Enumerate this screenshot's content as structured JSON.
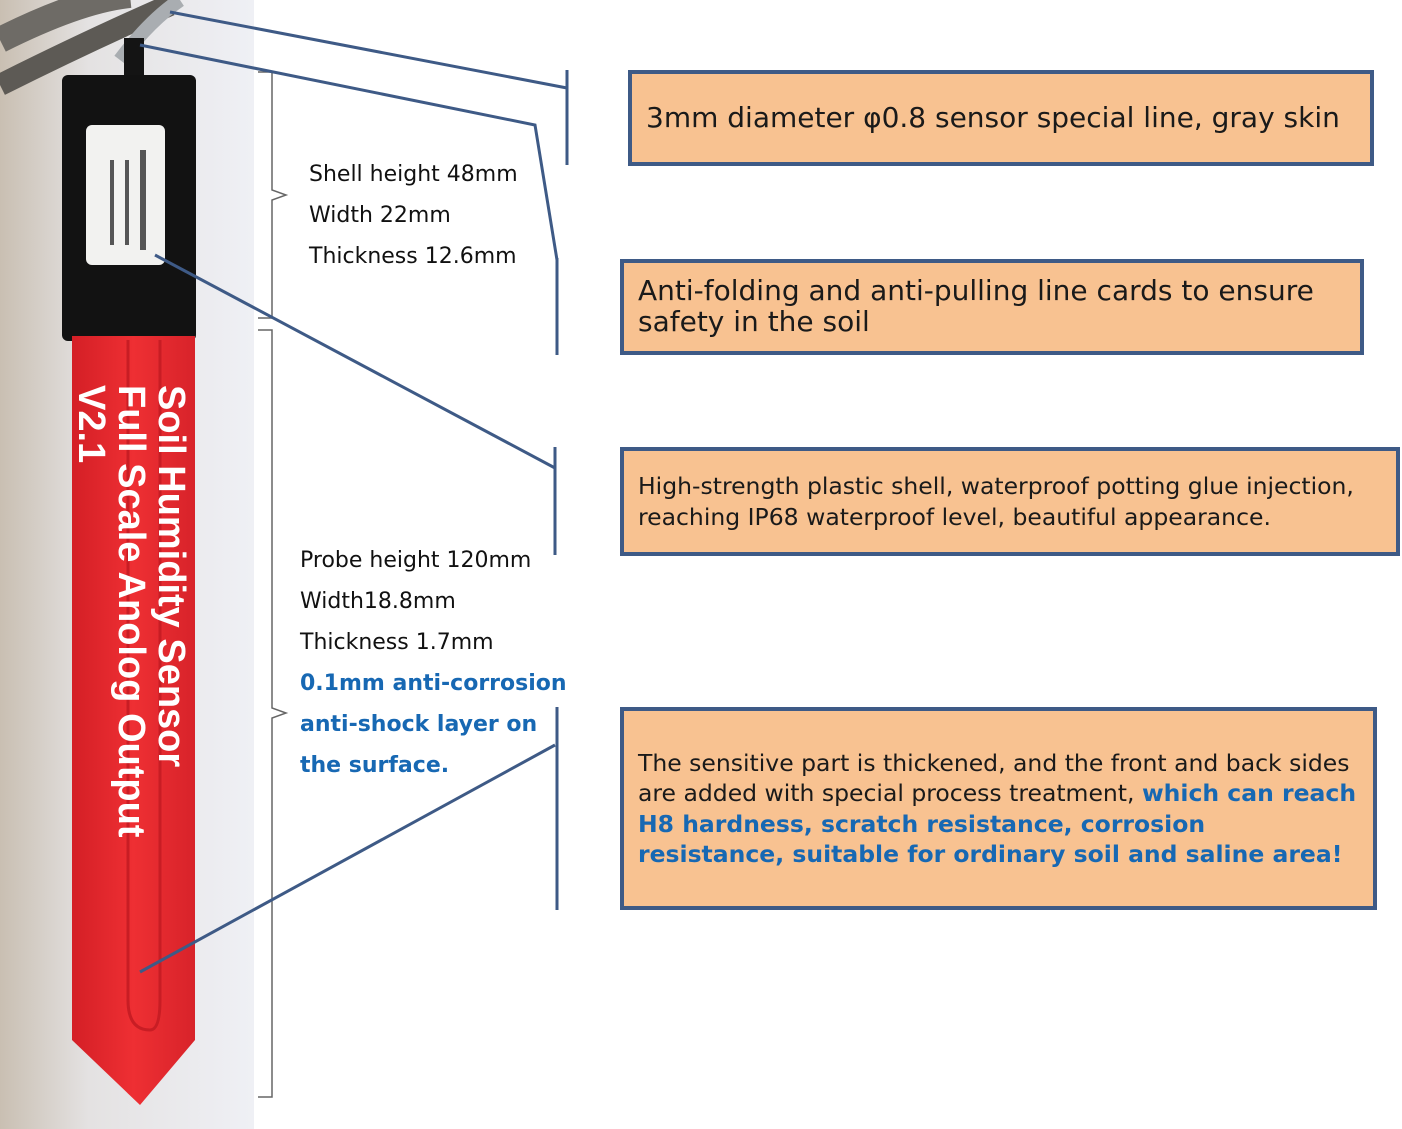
{
  "probe": {
    "line1": "Soil Humidity Sensor",
    "line2": "Full Scale Anolog Output",
    "line3": "V2.1"
  },
  "shell_specs": [
    "Shell height 48mm",
    "Width 22mm",
    "Thickness 12.6mm"
  ],
  "probe_specs": [
    "Probe height 120mm",
    "Width18.8mm",
    "Thickness 1.7mm"
  ],
  "probe_specs_highlight": [
    "0.1mm anti-corrosion",
    "anti-shock layer on",
    "the surface."
  ],
  "callouts": {
    "cable": "3mm diameter φ0.8 sensor special line, gray skin",
    "line_card": "Anti-folding and anti-pulling line cards to ensure safety in the soil",
    "shell": "High-strength plastic shell, waterproof potting glue injection, reaching IP68 waterproof level, beautiful appearance.",
    "sensitive_part_plain": "The sensitive part is thickened, and the front and back sides are added with special process treatment, ",
    "sensitive_part_highlight": "which can reach H8 hardness, scratch resistance, corrosion resistance, suitable for ordinary soil and saline area!"
  },
  "colors": {
    "box_fill": "#f8c291",
    "box_border": "#3e5a86",
    "highlight": "#1768b3",
    "probe_red": "#e5262c"
  }
}
